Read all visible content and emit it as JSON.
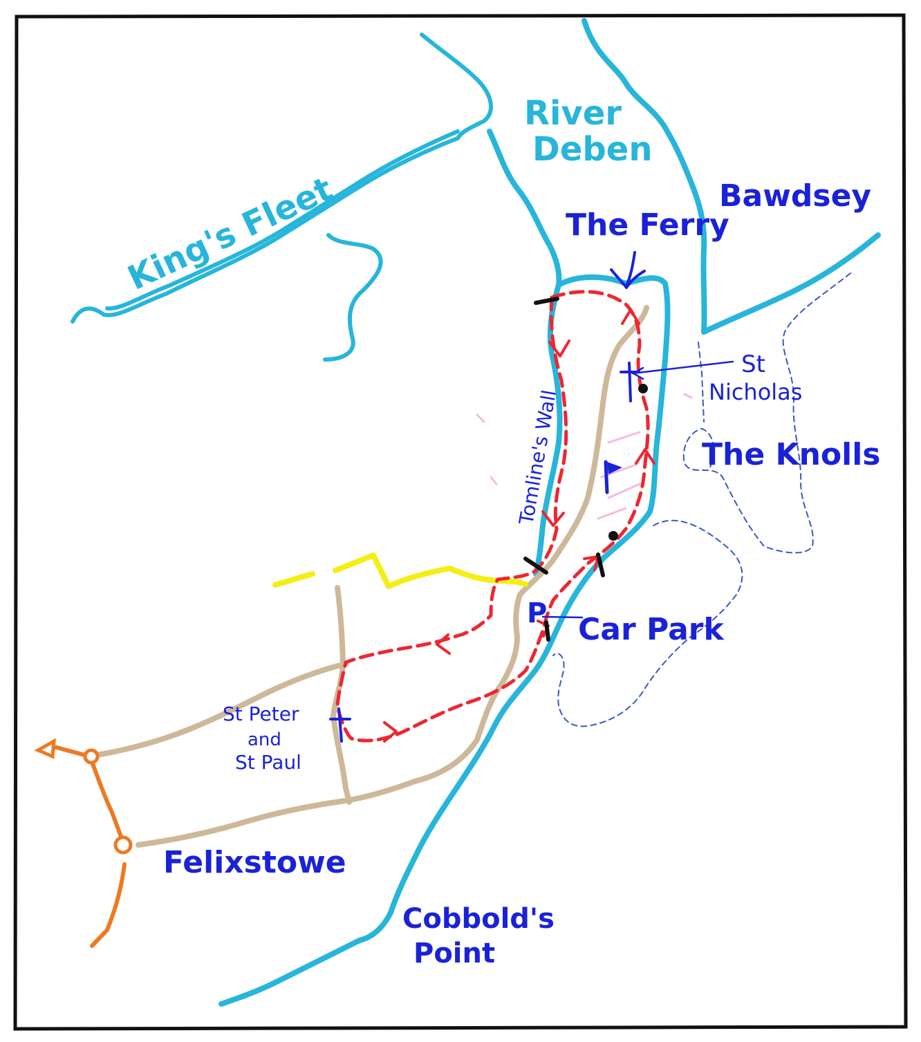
{
  "map": {
    "labels": {
      "river_line1": "River",
      "river_line2": "Deben",
      "kings_fleet": "King's Fleet",
      "bawdsey": "Bawdsey",
      "the_ferry": "The Ferry",
      "st_nicholas_line1": "St",
      "st_nicholas_line2": "Nicholas",
      "the_knolls": "The Knolls",
      "tomlines_wall": "Tomline's Wall",
      "car_park_symbol": "P",
      "car_park": "Car Park",
      "st_peter_line1": "St Peter",
      "st_peter_line2": "and",
      "st_peter_line3": "St Paul",
      "felixstowe": "Felixstowe",
      "cobbolds_line1": "Cobbold's",
      "cobbolds_line2": "Point"
    },
    "colors": {
      "water": "#27b5db",
      "walk_route": "#ee2631",
      "roads": "#cdb89a",
      "main_road": "#f4ee14",
      "railway": "#ec7a23",
      "labels": "#1a22d8",
      "frame": "#111111"
    },
    "icons": {
      "church": "cross-icon",
      "flag": "flag-icon",
      "point": "dot-marker",
      "gate": "bar-marker",
      "ferry": "arrow-down-icon"
    }
  }
}
